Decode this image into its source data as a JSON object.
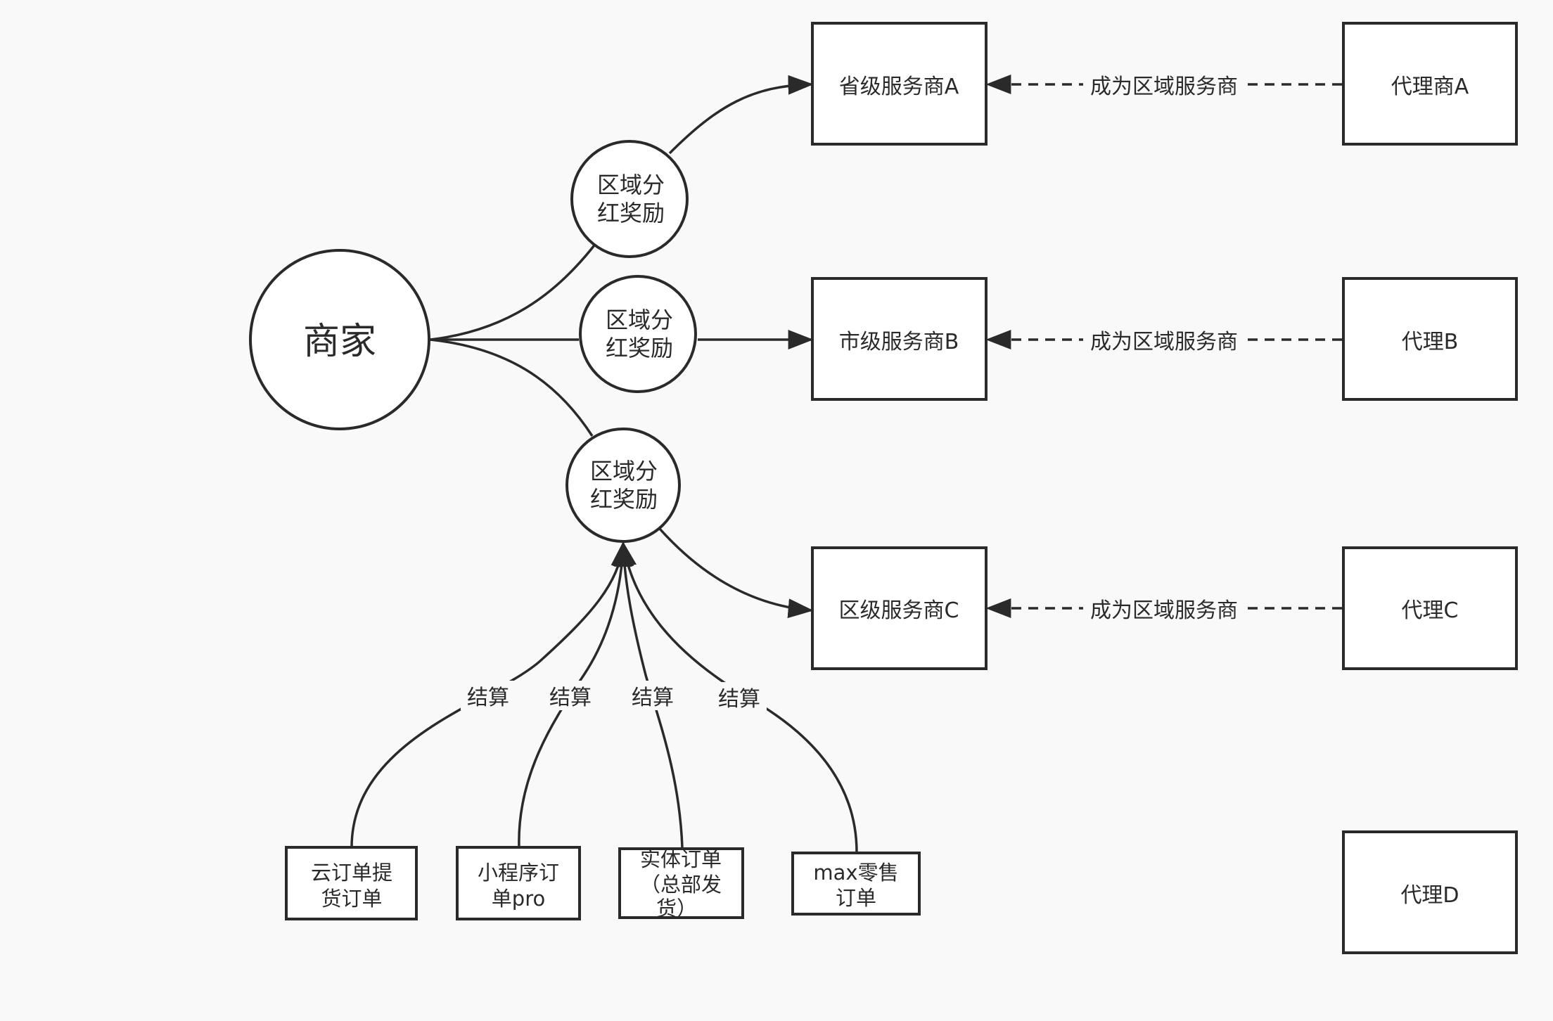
{
  "merchant": {
    "label": "商家"
  },
  "bonus_nodes": [
    {
      "id": "bonus-a",
      "lines": [
        "区域分",
        "红奖励"
      ]
    },
    {
      "id": "bonus-b",
      "lines": [
        "区域分",
        "红奖励"
      ]
    },
    {
      "id": "bonus-c",
      "lines": [
        "区域分",
        "红奖励"
      ]
    }
  ],
  "service_providers": [
    {
      "id": "sp-a",
      "label": "省级服务商A"
    },
    {
      "id": "sp-b",
      "label": "市级服务商B"
    },
    {
      "id": "sp-c",
      "label": "区级服务商C"
    }
  ],
  "agents": [
    {
      "id": "agent-a",
      "label": "代理商A"
    },
    {
      "id": "agent-b",
      "label": "代理B"
    },
    {
      "id": "agent-c",
      "label": "代理C"
    },
    {
      "id": "agent-d",
      "label": "代理D"
    }
  ],
  "agent_edge_label": "成为区域服务商",
  "settle_label": "结算",
  "orders": [
    {
      "id": "order-cloud",
      "lines": [
        "云订单提",
        "货订单"
      ]
    },
    {
      "id": "order-miniprogram",
      "lines": [
        "小程序订",
        "单pro"
      ]
    },
    {
      "id": "order-physical",
      "lines": [
        "实体订单",
        "（总部发",
        "货）"
      ]
    },
    {
      "id": "order-max",
      "lines": [
        "max零售",
        "订单"
      ]
    }
  ],
  "colors": {
    "stroke": "#2a2a2a",
    "background": "#f9f9f9",
    "fill": "#ffffff"
  }
}
